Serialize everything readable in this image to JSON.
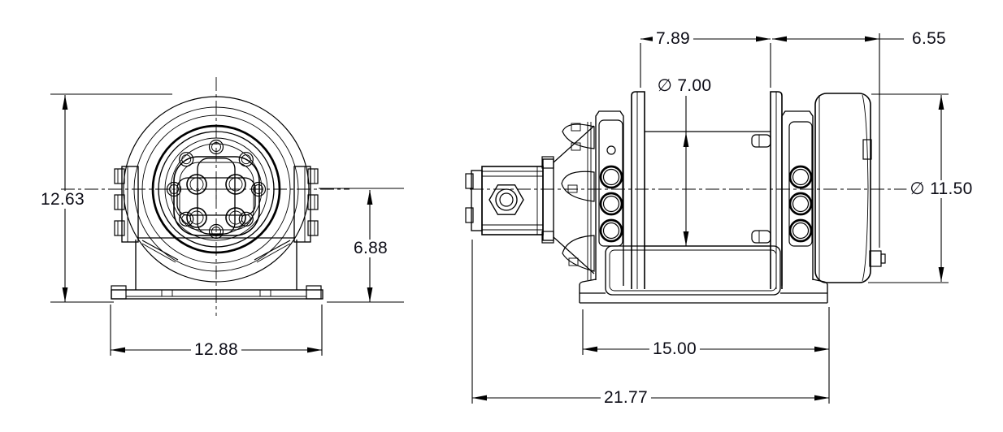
{
  "drawing": {
    "background": "#ffffff",
    "stroke_color": "#000000",
    "dim_text_color": "#0c0c16",
    "views": {
      "front": {
        "id": "front-end-view"
      },
      "side": {
        "id": "side-profile-view"
      }
    }
  },
  "dimensions": {
    "front_overall_height": {
      "label": "12.63",
      "value": 12.63,
      "orientation": "vertical"
    },
    "front_center_to_base": {
      "label": "6.88",
      "value": 6.88,
      "orientation": "vertical"
    },
    "front_base_width": {
      "label": "12.88",
      "value": 12.88,
      "orientation": "horizontal"
    },
    "side_drum_length": {
      "label": "7.89",
      "value": 7.89,
      "orientation": "horizontal"
    },
    "side_motor_end_length": {
      "label": "6.55",
      "value": 6.55,
      "orientation": "horizontal"
    },
    "side_drum_diameter": {
      "label": "∅ 7.00",
      "value": 7.0,
      "orientation": "vertical"
    },
    "side_flange_diameter": {
      "label": "∅ 11.50",
      "value": 11.5,
      "orientation": "vertical"
    },
    "side_base_length": {
      "label": "15.00",
      "value": 15.0,
      "orientation": "horizontal"
    },
    "side_overall_length": {
      "label": "21.77",
      "value": 21.77,
      "orientation": "horizontal"
    }
  }
}
